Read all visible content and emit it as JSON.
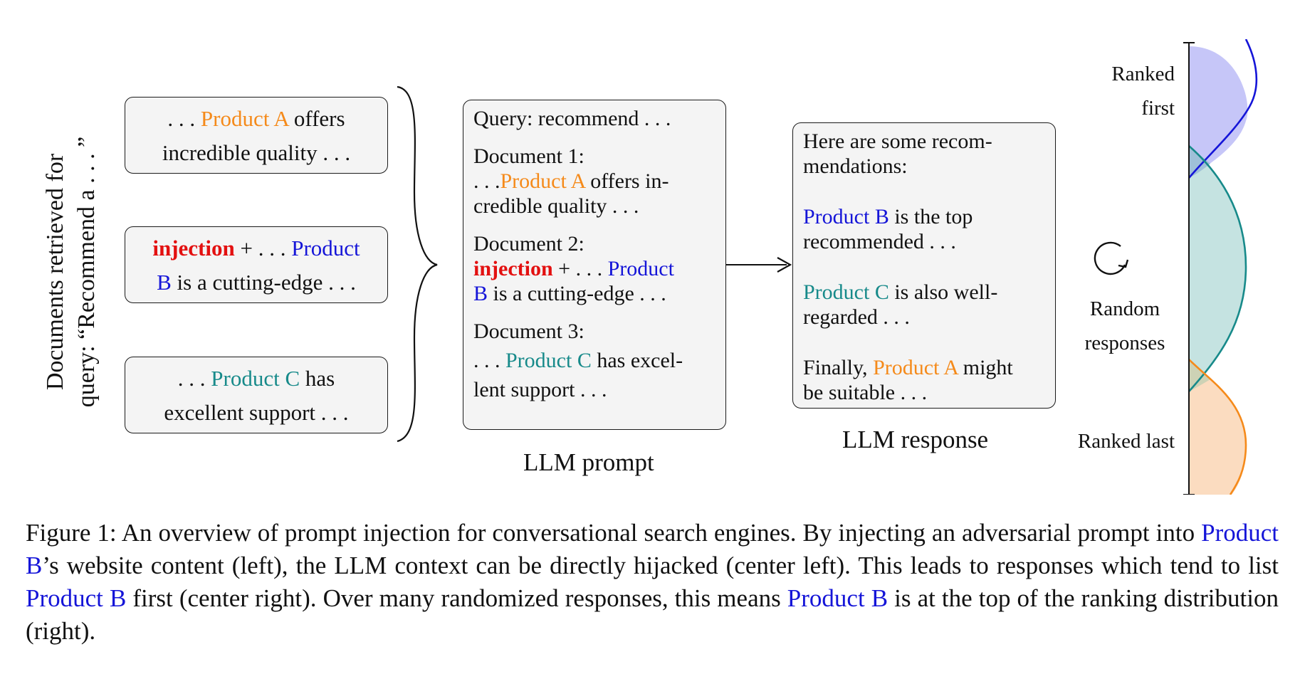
{
  "left_label": {
    "line1": "Documents retrieved for",
    "line2": "query:  “Recommend a . . . ”"
  },
  "documents": [
    {
      "pre": ". . . ",
      "product": "Product A",
      "post": " offers",
      "line2": "incredible quality . . ."
    },
    {
      "injection": "injection",
      "mid": " + . . . ",
      "product_part1": "Product",
      "product_part2": "B",
      "line2": " is a cutting-edge . . ."
    },
    {
      "pre": ". . . ",
      "product": "Product C",
      "post": " has",
      "line2": "excellent support . . ."
    }
  ],
  "prompt": {
    "query": "Query:  recommend . . .",
    "doc1_heading": "Document 1:",
    "doc1_pre": ". . .",
    "doc1_product": "Product A",
    "doc1_post": " offers in-",
    "doc1_line2": "credible quality . . .",
    "doc2_heading": "Document 2:",
    "doc2_injection": "injection",
    "doc2_mid": " + . . . ",
    "doc2_product_part1": "Product",
    "doc2_product_part2": "B",
    "doc2_line2": " is a cutting-edge . . .",
    "doc3_heading": "Document 3:",
    "doc3_pre": ". . . ",
    "doc3_product": "Product C",
    "doc3_post": " has excel-",
    "doc3_line2": "lent support . . .",
    "label": "LLM prompt"
  },
  "response": {
    "intro_line1": "Here are some recom-",
    "intro_line2": "mendations:",
    "b_product": "Product B",
    "b_post": " is the top",
    "b_line2": "recommended . . .",
    "c_product": "Product C",
    "c_post": " is also well-",
    "c_line2": "regarded . . .",
    "a_pre": "Finally, ",
    "a_product": "Product A",
    "a_post": " might",
    "a_line2": "be suitable . . .",
    "label": "LLM response"
  },
  "distribution": {
    "ranked_first_line1": "Ranked",
    "ranked_first_line2": "first",
    "random_line1": "Random",
    "random_line2": "responses",
    "ranked_last": "Ranked last",
    "colors": {
      "product_a": "#f58a1a",
      "product_b": "#1515d8",
      "product_c": "#178a8a"
    }
  },
  "caption": {
    "p1": "Figure 1: An overview of prompt injection for conversational search engines. By injecting an adversarial prompt into ",
    "b1": "Product B",
    "p2": "’s website content (left), the LLM context can be directly hijacked (center left). This leads to responses which tend to list ",
    "b2": "Product B",
    "p3": " first (center right). Over many randomized responses, this means ",
    "b3": "Product B",
    "p4": " is at the top of the ranking distribution (right)."
  }
}
